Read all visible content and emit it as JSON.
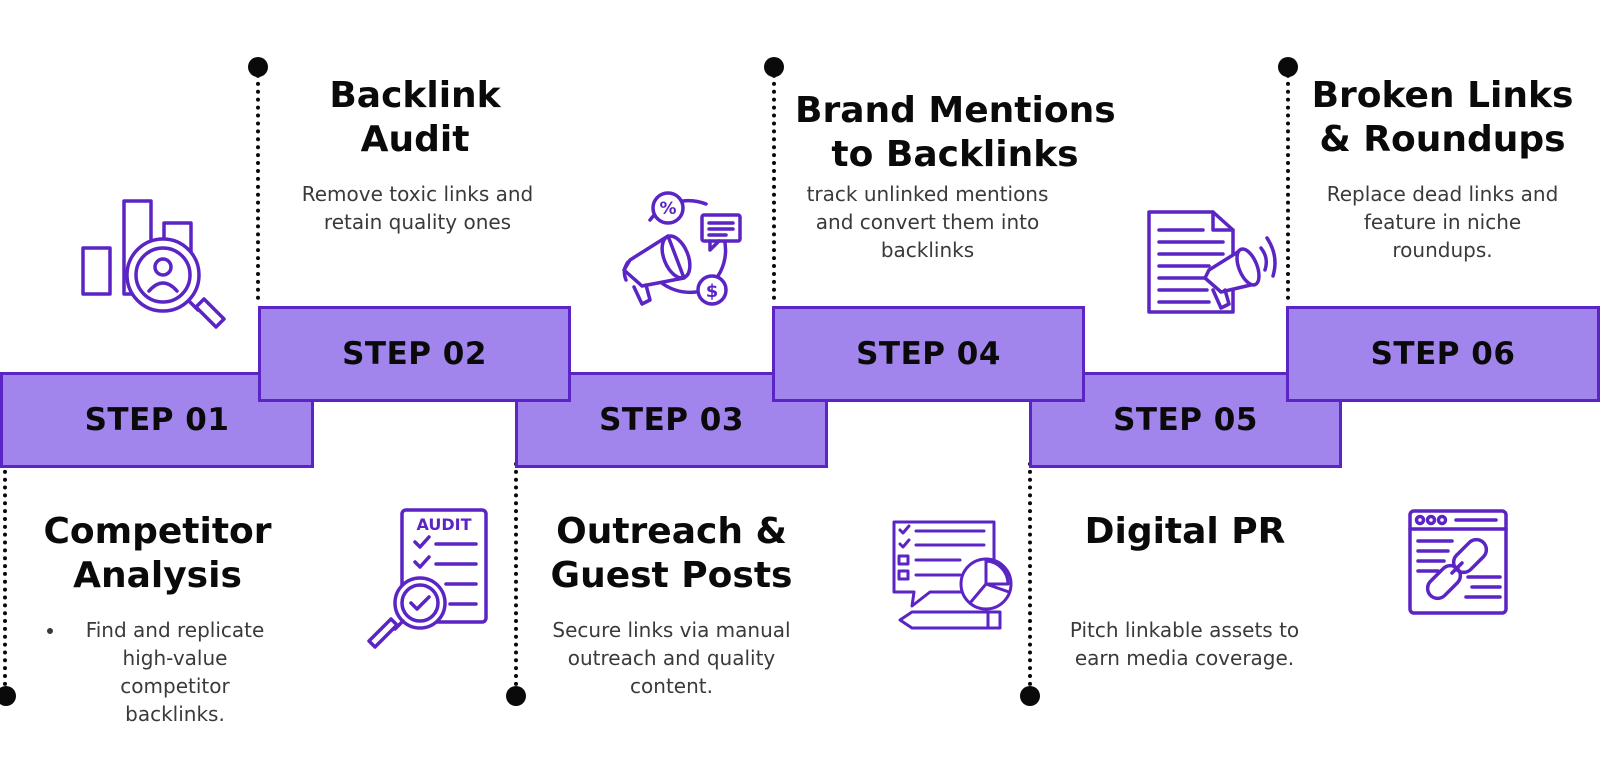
{
  "colors": {
    "box_fill": "#a184ec",
    "box_border": "#5b24c4",
    "icon_stroke": "#5b24c4",
    "line": "#0a0a0a"
  },
  "steps": [
    {
      "label": "STEP 01",
      "title": [
        "Competitor",
        "Analysis"
      ],
      "desc": [
        "Find and replicate",
        "high-value",
        "competitor",
        "backlinks."
      ],
      "icon": "competitor-analysis-icon"
    },
    {
      "label": "STEP 02",
      "title": [
        "Backlink",
        "Audit"
      ],
      "desc": [
        "Remove toxic links and",
        "retain quality ones"
      ],
      "icon": "audit-checklist-icon"
    },
    {
      "label": "STEP 03",
      "title": [
        "Outreach &",
        "Guest Posts"
      ],
      "desc": [
        "Secure links via manual",
        "outreach and quality",
        "content."
      ],
      "icon": "megaphone-marketing-icon"
    },
    {
      "label": "STEP 04",
      "title": [
        "Brand Mentions",
        "to Backlinks"
      ],
      "desc": [
        "track unlinked mentions",
        "and convert them into",
        "backlinks"
      ],
      "icon": "report-chart-icon"
    },
    {
      "label": "STEP 05",
      "title": [
        "Digital PR"
      ],
      "desc": [
        "Pitch linkable assets to",
        "earn media coverage."
      ],
      "icon": "press-release-icon"
    },
    {
      "label": "STEP 06",
      "title": [
        "Broken Links",
        "& Roundups"
      ],
      "desc": [
        "Replace dead links and",
        "feature in niche",
        "roundups."
      ],
      "icon": "browser-link-icon"
    }
  ]
}
